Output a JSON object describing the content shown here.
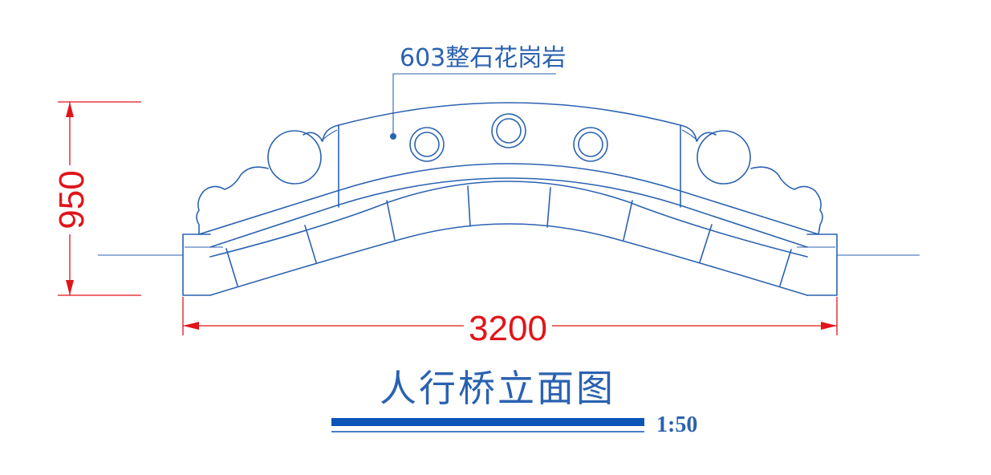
{
  "drawing": {
    "title": "人行桥立面图",
    "scale": "1:50",
    "material_callout": "603整石花岗岩",
    "dimensions": {
      "span": "3200",
      "height": "950"
    },
    "colors": {
      "linework": "#2b62b0",
      "dimension": "#e0151b",
      "title_bar": "#0b54b8"
    }
  }
}
